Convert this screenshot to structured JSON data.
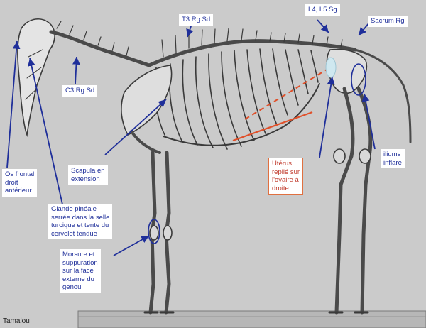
{
  "credit": "Tamalou",
  "labels": {
    "t3": "T3 Rg Sd",
    "l4l5": "L4, L5 Sg",
    "sacrum": "Sacrum Rg",
    "c3": "C3 Rg Sd",
    "os_frontal": "Os frontal\ndroit\nantérieur",
    "scapula": "Scapula en\nextension",
    "glande": "Glande pinéale\nserrée dans la selle\nturcique et tente du\ncervelet tendue",
    "uterus": "Utérus\nreplié sur\nl'ovaire à\ndroite",
    "iliums": "iliums\ninflare",
    "morsure": "Morsure et\nsuppuration\nsur la face\nexterne du\ngenou"
  },
  "colors": {
    "annotation_blue": "#1f2f9a",
    "annotation_red": "#e0502a",
    "uterus_fill": "#cfe8f0"
  }
}
